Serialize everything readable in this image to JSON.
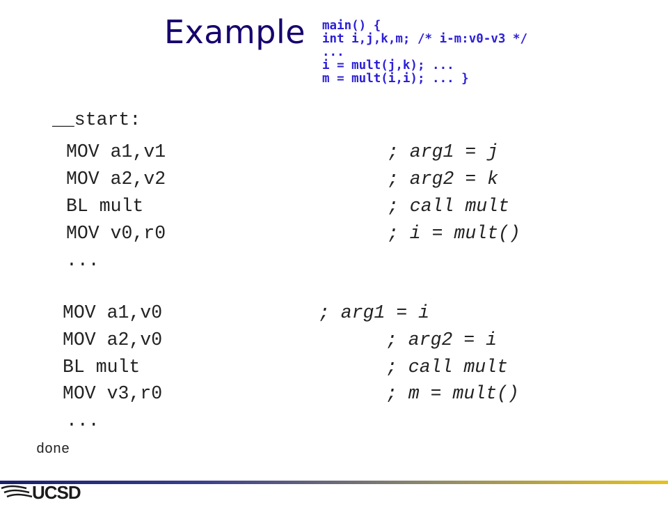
{
  "slide": {
    "title": "Example",
    "c_code": [
      "main() {",
      "int i,j,k,m; /* i-m:v0-v3 */",
      "...",
      "i = mult(j,k); ...",
      "m = mult(i,i); ... }"
    ],
    "start_label": "__start:",
    "block1": [
      {
        "instr": "MOV a1,v1",
        "comment": "; arg1 = j"
      },
      {
        "instr": "MOV a2,v2",
        "comment": "; arg2 = k"
      },
      {
        "instr": "BL mult",
        "comment": "; call mult"
      },
      {
        "instr": "MOV v0,r0",
        "comment": "; i = mult()"
      },
      {
        "instr": "...",
        "comment": ""
      }
    ],
    "block2": [
      {
        "instr": "MOV a1,v0",
        "comment": "; arg1 = i"
      },
      {
        "instr": "MOV a2,v0",
        "comment": "; arg2 = i"
      },
      {
        "instr": "BL mult",
        "comment": "; call mult"
      },
      {
        "instr": "MOV v3,r0",
        "comment": "; m = mult()"
      },
      {
        "instr": "...",
        "comment": ""
      }
    ],
    "done_label": "done"
  },
  "footer": {
    "logo_text": "UCSD",
    "colors": {
      "title": "#16006e",
      "c_code": "#2b1fd6",
      "bar_left": "#1a1f6b",
      "bar_right": "#e6c21e"
    }
  }
}
